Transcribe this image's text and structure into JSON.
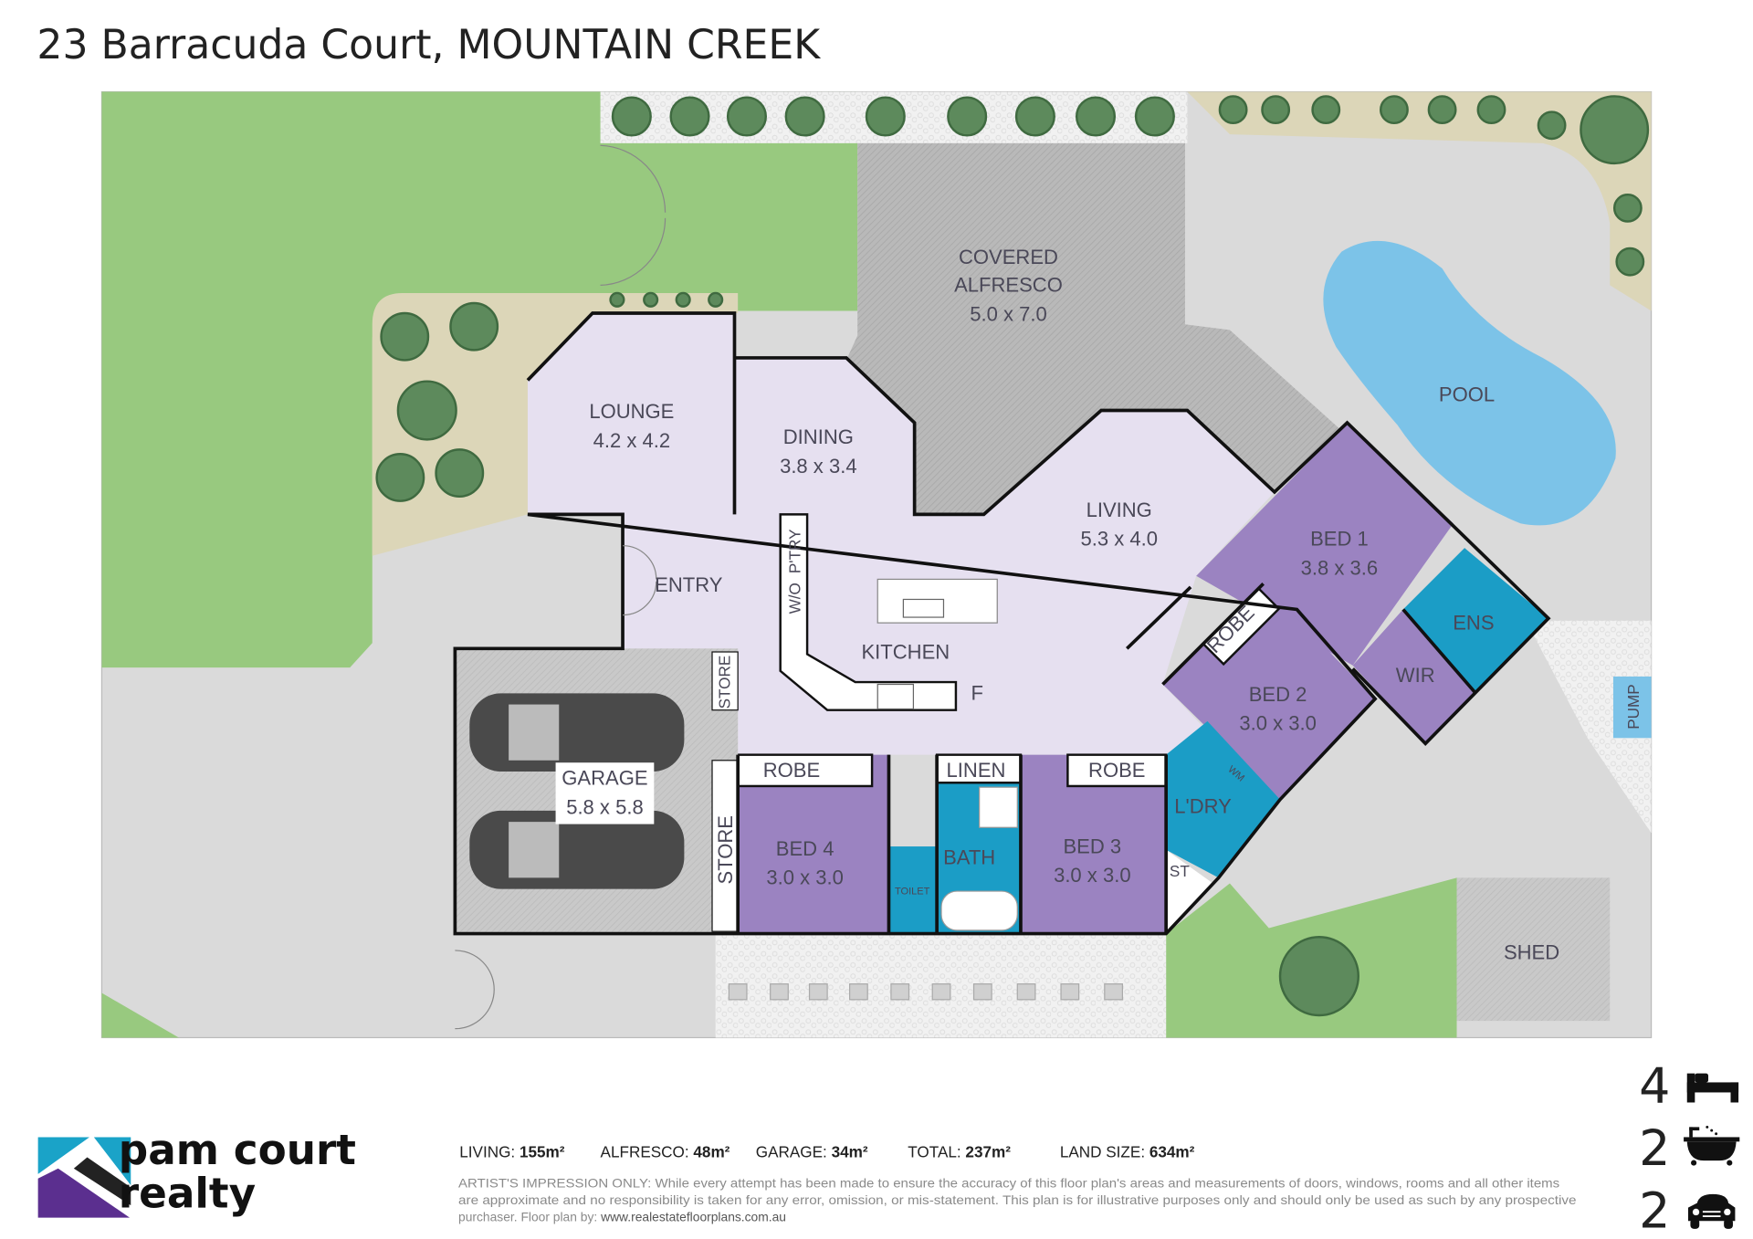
{
  "title": "23 Barracuda Court, MOUNTAIN CREEK",
  "rooms": {
    "alfresco": {
      "line1": "COVERED",
      "line2": "ALFRESCO",
      "size": "5.0 x 7.0"
    },
    "pool": "POOL",
    "lounge": {
      "name": "LOUNGE",
      "size": "4.2 x 4.2"
    },
    "dining": {
      "name": "DINING",
      "size": "3.8 x 3.4"
    },
    "living": {
      "name": "LIVING",
      "size": "5.3 x 4.0"
    },
    "bed1": {
      "name": "BED 1",
      "size": "3.8 x 3.6"
    },
    "ens": "ENS",
    "entry": "ENTRY",
    "pantry": "P'TRY",
    "wo": "W/O",
    "kitchen": "KITCHEN",
    "fridge": "F",
    "robe_bed2": "ROBE",
    "bed2": {
      "name": "BED 2",
      "size": "3.0 x 3.0"
    },
    "wir": "WIR",
    "pump": "PUMP",
    "garage": {
      "name": "GARAGE",
      "size": "5.8 x 5.8"
    },
    "store_top": "STORE",
    "store_bottom": "STORE",
    "robe_bed4": "ROBE",
    "linen": "LINEN",
    "robe_bed3": "ROBE",
    "wm": "WM",
    "laundry": "L'DRY",
    "bed4": {
      "name": "BED 4",
      "size": "3.0 x 3.0"
    },
    "bath": "BATH",
    "toilet": "TOILET",
    "bed3": {
      "name": "BED 3",
      "size": "3.0 x 3.0"
    },
    "st": "ST",
    "shed": "SHED"
  },
  "stats": [
    {
      "label": "LIVING:",
      "value": "155m²"
    },
    {
      "label": "ALFRESCO:",
      "value": "48m²"
    },
    {
      "label": "GARAGE:",
      "value": "34m²"
    },
    {
      "label": "TOTAL:",
      "value": "237m²"
    },
    {
      "label": "LAND SIZE:",
      "value": "634m²"
    }
  ],
  "disclaimer": {
    "line1": "ARTIST'S IMPRESSION ONLY: While every attempt has been made to ensure the accuracy of this floor plan's areas and measurements of doors, windows, rooms and all other items",
    "line2": "are approximate and no responsibility is taken for any error, omission, or mis-statement. This plan is for illustrative purposes only and should only be used as such by any prospective",
    "line3_prefix": "purchaser. Floor plan by:",
    "line3_link": "www.realestatefloorplans.com.au"
  },
  "logo": {
    "line1": "pam court",
    "line2": "realty"
  },
  "features": {
    "bedrooms": "4",
    "bathrooms": "2",
    "car_spaces": "2"
  },
  "icons": {
    "bed": "bed-icon",
    "bath": "bathtub-icon",
    "car": "car-icon"
  },
  "colors": {
    "lawn": "#98c97f",
    "pool": "#7cc3e8",
    "bedroom": "#9b83c1",
    "wet": "#1b9dc6",
    "interior": "#e6e0f0",
    "logo_teal": "#1aa3c8",
    "logo_purple": "#5b2f8f"
  }
}
